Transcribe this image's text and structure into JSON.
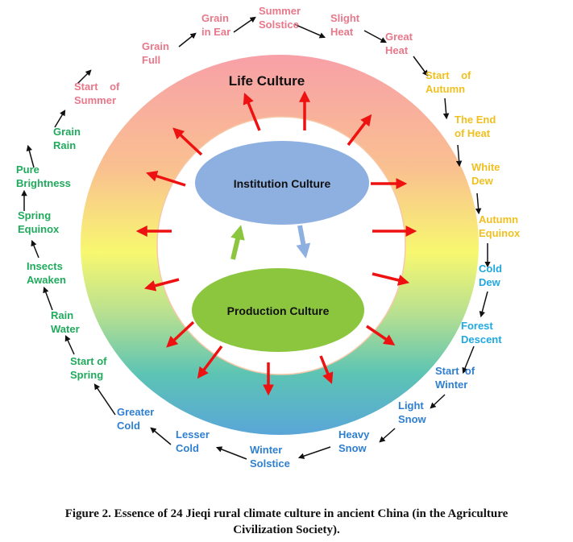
{
  "diagram": {
    "life_culture": "Life Culture",
    "institution_culture": "Institution Culture",
    "production_culture": "Production Culture",
    "colors": {
      "summer": "#e8788a",
      "autumn": "#f0c020",
      "autumn_late": "#20a8e0",
      "winter": "#2f7fd0",
      "spring": "#1faa5c",
      "institution": "#8db0e0",
      "production": "#8cc63f",
      "arrow": "#ee1111"
    },
    "terms": [
      {
        "l1": "Grain",
        "l2": "in Ear",
        "season": "summer"
      },
      {
        "l1": "Summer",
        "l2": "Solstice",
        "season": "summer"
      },
      {
        "l1": "Slight",
        "l2": "Heat",
        "season": "summer"
      },
      {
        "l1": "Great",
        "l2": "Heat",
        "season": "summer"
      },
      {
        "l1": "Start    of",
        "l2": "Autumn",
        "season": "autumn"
      },
      {
        "l1": "The End",
        "l2": "of Heat",
        "season": "autumn"
      },
      {
        "l1": "White",
        "l2": "Dew",
        "season": "autumn"
      },
      {
        "l1": "Autumn",
        "l2": "Equinox",
        "season": "autumn"
      },
      {
        "l1": "Cold",
        "l2": "Dew",
        "season": "autumn_late"
      },
      {
        "l1": "Forest",
        "l2": "Descent",
        "season": "autumn_late"
      },
      {
        "l1": "Start  of",
        "l2": "Winter",
        "season": "winter"
      },
      {
        "l1": "Light",
        "l2": "Snow",
        "season": "winter"
      },
      {
        "l1": "Heavy",
        "l2": "Snow",
        "season": "winter"
      },
      {
        "l1": "Winter",
        "l2": "Solstice",
        "season": "winter"
      },
      {
        "l1": "Lesser",
        "l2": "Cold",
        "season": "winter"
      },
      {
        "l1": "Greater",
        "l2": "Cold",
        "season": "winter"
      },
      {
        "l1": "Start of",
        "l2": "Spring",
        "season": "spring"
      },
      {
        "l1": "Rain",
        "l2": "Water",
        "season": "spring"
      },
      {
        "l1": "Insects",
        "l2": "Awaken",
        "season": "spring"
      },
      {
        "l1": "Spring",
        "l2": "Equinox",
        "season": "spring"
      },
      {
        "l1": "Pure",
        "l2": "Brightness",
        "season": "spring"
      },
      {
        "l1": "Grain",
        "l2": "Rain",
        "season": "spring"
      },
      {
        "l1": "Start    of",
        "l2": "Summer",
        "season": "summer"
      },
      {
        "l1": "Grain",
        "l2": "Full",
        "season": "summer"
      }
    ]
  },
  "caption": {
    "line1": "Figure 2. Essence of 24 Jieqi rural climate culture in ancient China (in the Agriculture",
    "line2": "Civilization Society)."
  }
}
